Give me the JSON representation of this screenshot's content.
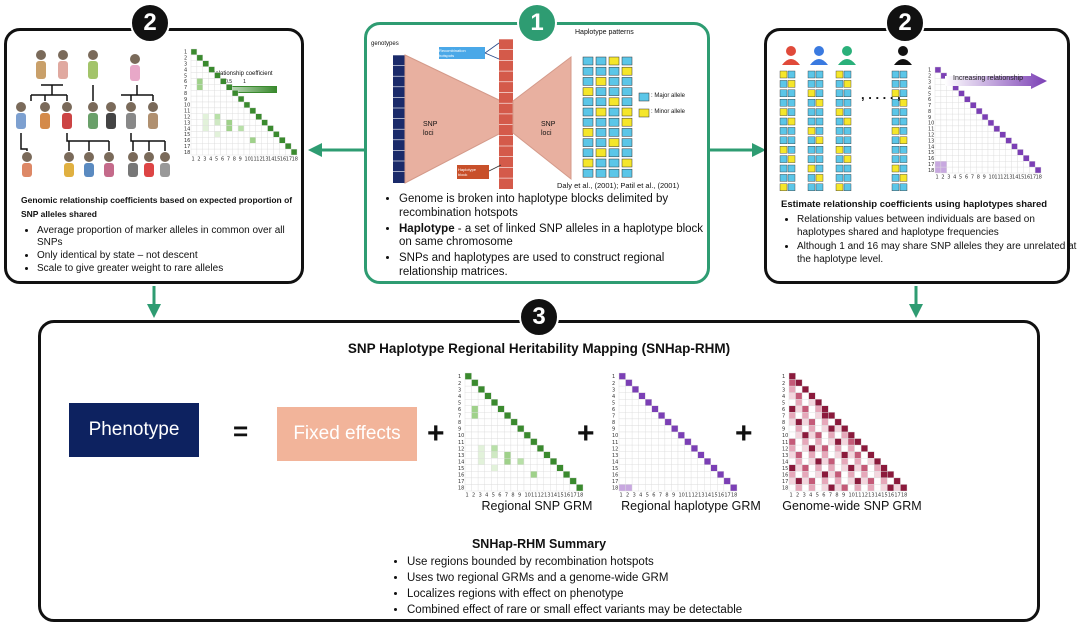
{
  "badges": {
    "left": "2",
    "center": "1",
    "right": "2",
    "bottom": "3"
  },
  "left_panel": {
    "heading": "Genomic relationship coefficients based on expected proportion of SNP alleles shared",
    "bullets": [
      "Average proportion of marker alleles in common over all SNPs",
      "Only identical by state – not descent",
      "Scale to give greater weight to rare alleles"
    ],
    "legend_title": "Relationship coefficient",
    "legend_ticks": "0  0.25  0.5        1",
    "colors": {
      "accent": "#3a8a2e"
    }
  },
  "center_panel": {
    "genotypes_label": "genotypes",
    "haplotype_patterns_label": "Haplotype patterns",
    "snp_loci_label": "SNP loci",
    "recombination_label": "Recombination hotspots",
    "haplotype_block_label": "Haplotype block",
    "major_allele_label": ": Major allele",
    "minor_allele_label": ": Minor allele",
    "citation": "Daly et al., (2001); Patil et al., (2001)",
    "haplotype_strong": "Haplotype",
    "bullet1": "Genome is broken into haplotype blocks delimited by recombination hotspots",
    "bullet2_rest": " - a set of linked SNP alleles in a haplotype block on same chromosome",
    "bullet3": "SNPs and haplotypes are used to construct regional relationship matrices.",
    "colors": {
      "border": "#2e9c72",
      "major": "#5bc6e8",
      "minor": "#f5e62a"
    }
  },
  "right_panel": {
    "heading": "Estimate relationship coefficients using haplotypes shared",
    "bullets": [
      "Relationship values between individuals are based on haplotypes shared and haplotype frequencies",
      "Although 1 and 16 may share SNP alleles they are unrelated at the haplotype level."
    ],
    "increasing_label": "Increasing relationship",
    "dots": ", . . . . ,",
    "colors": {
      "accent": "#7b3fb5"
    }
  },
  "bottom_panel": {
    "title": "SNP Haplotype Regional Heritability Mapping (SNHap-RHM)",
    "phenotype": "Phenotype",
    "equals": "=",
    "fixed_effects": "Fixed effects",
    "plus": "+",
    "grm1_label": "Regional SNP GRM",
    "grm2_label": "Regional haplotype GRM",
    "grm3_label": "Genome-wide SNP GRM",
    "summary_title": "SNHap-RHM Summary",
    "summary_bullets": [
      "Use regions bounded by recombination hotspots",
      "Uses two regional GRMs and a genome-wide GRM",
      "Localizes regions with effect on phenotype",
      "Combined effect of rare or small effect variants may be detectable"
    ],
    "colors": {
      "phenotype": "#0d2260",
      "fixed": "#f2b49a",
      "genome": "#8b1a3c"
    }
  },
  "matrix_indices": [
    "1",
    "2",
    "3",
    "4",
    "5",
    "6",
    "7",
    "8",
    "9",
    "10",
    "11",
    "12",
    "13",
    "14",
    "15",
    "16",
    "17",
    "18"
  ]
}
